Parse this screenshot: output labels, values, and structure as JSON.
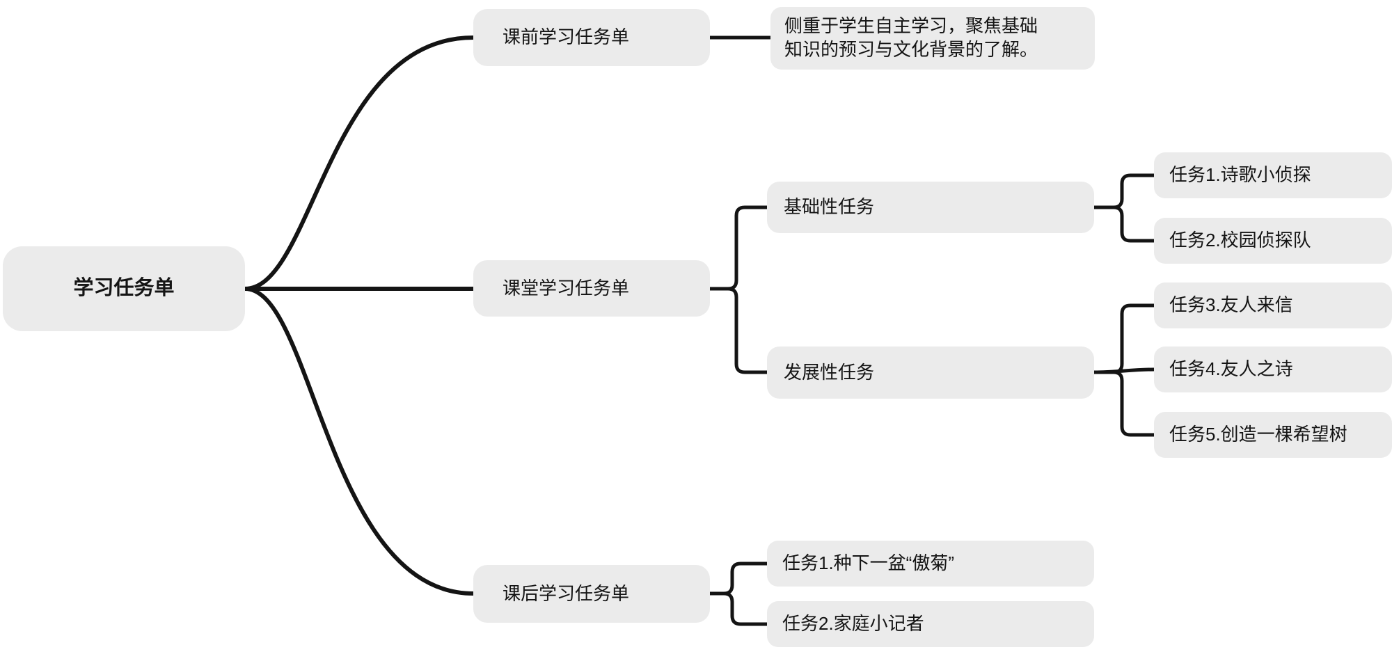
{
  "root": {
    "label": "学习任务单"
  },
  "pre_class": {
    "label": "课前学习任务单",
    "description": "侧重于学生自主学习，聚焦基础\n知识的预习与文化背景的了解。"
  },
  "in_class": {
    "label": "课堂学习任务单",
    "basic": {
      "label": "基础性任务",
      "tasks": [
        "任务1.诗歌小侦探",
        "任务2.校园侦探队"
      ]
    },
    "developmental": {
      "label": "发展性任务",
      "tasks": [
        "任务3.友人来信",
        "任务4.友人之诗",
        "任务5.创造一棵希望树"
      ]
    }
  },
  "after_class": {
    "label": "课后学习任务单",
    "tasks": [
      "任务1.种下一盆“傲菊”",
      "任务2.家庭小记者"
    ]
  },
  "colors": {
    "background": "#ffffff",
    "node_bg": "#ebebeb",
    "text": "#141414",
    "connector": "#141414"
  }
}
